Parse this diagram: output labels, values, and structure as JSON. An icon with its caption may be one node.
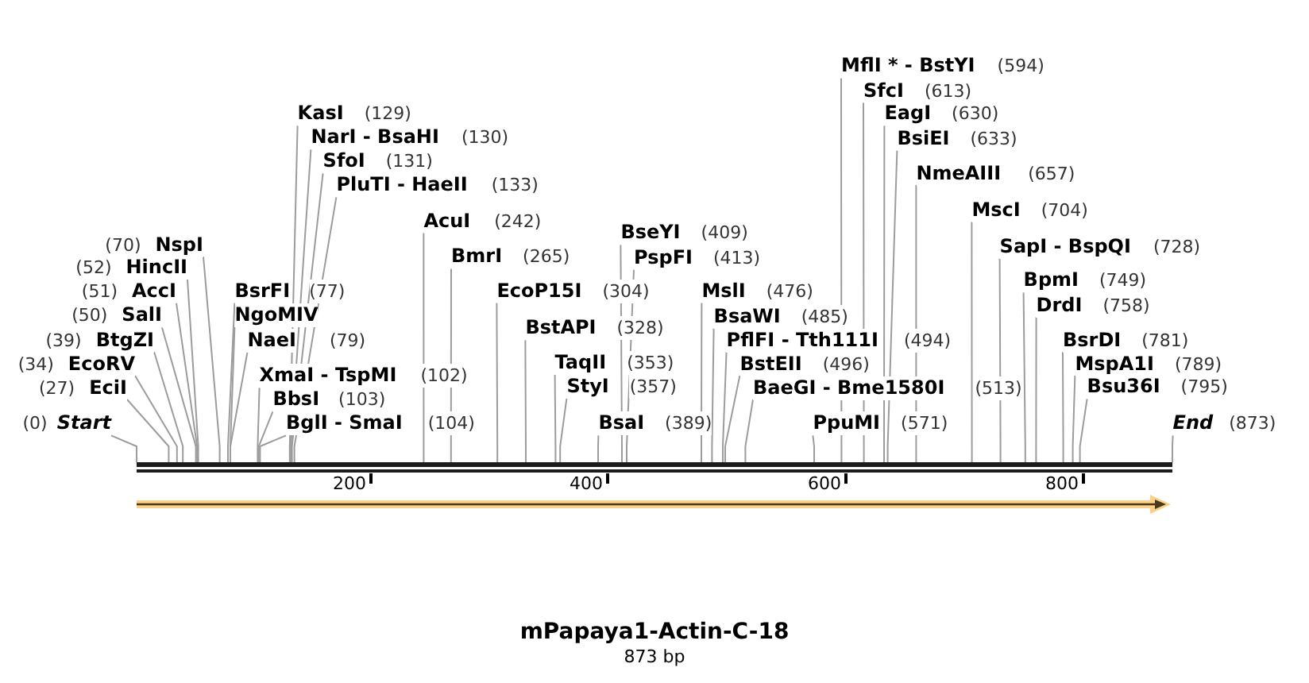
{
  "diagram": {
    "title": "mPapaya1-Actin-C-18",
    "caption": "873 bp",
    "nodes": [
      {
        "text": [
          "MflI * - BstYI",
          "(594)"
        ]
      },
      {
        "text": [
          "SfcI",
          "(613)"
        ]
      },
      {
        "text": [
          "KasI",
          "(129)"
        ]
      },
      {
        "text": [
          "EagI",
          "(630)"
        ]
      },
      {
        "text": [
          "NarI - BsaHI",
          "(130)"
        ]
      },
      {
        "text": [
          "BsiEI",
          "(633)"
        ]
      },
      {
        "text": [
          "SfoI",
          "(131)"
        ]
      },
      {
        "text": [
          "NmeAIII",
          "(657)"
        ]
      },
      {
        "text": [
          "PluTI - HaeII",
          "(133)"
        ]
      },
      {
        "text": [
          "MscI",
          "(704)"
        ]
      },
      {
        "text": [
          "AcuI",
          "(242)"
        ]
      },
      {
        "text": [
          "BseYI",
          "(409)"
        ]
      },
      {
        "text": [
          "(70)",
          "NspI"
        ]
      },
      {
        "text": [
          "SapI - BspQI",
          "(728)"
        ]
      },
      {
        "text": [
          "BmrI",
          "(265)"
        ]
      },
      {
        "text": [
          "PspFI",
          "(413)"
        ]
      },
      {
        "text": [
          "(52)",
          "HincII"
        ]
      },
      {
        "text": [
          "BpmI",
          "(749)"
        ]
      },
      {
        "text": [
          "(51)",
          "AccI"
        ]
      },
      {
        "text": [
          "BsrFI",
          "(77)"
        ]
      },
      {
        "text": [
          "EcoP15I",
          "(304)"
        ]
      },
      {
        "text": [
          "MslI",
          "(476)"
        ]
      },
      {
        "text": [
          "DrdI",
          "(758)"
        ]
      },
      {
        "text": [
          "(50)",
          "SalI"
        ]
      },
      {
        "text": [
          "NgoMIV"
        ]
      },
      {
        "text": [
          "BsaWI",
          "(485)"
        ]
      },
      {
        "text": [
          "BstAPI",
          "(328)"
        ]
      },
      {
        "text": [
          "(39)",
          "BtgZI"
        ]
      },
      {
        "text": [
          "NaeI",
          "(79)"
        ]
      },
      {
        "text": [
          "PflFI - Tth111I",
          "(494)"
        ]
      },
      {
        "text": [
          "BsrDI",
          "(781)"
        ]
      },
      {
        "text": [
          "(34)",
          "EcoRV"
        ]
      },
      {
        "text": [
          "TaqII",
          "(353)"
        ]
      },
      {
        "text": [
          "BstEII",
          "(496)"
        ]
      },
      {
        "text": [
          "MspA1I",
          "(789)"
        ]
      },
      {
        "text": [
          "XmaI - TspMI",
          "(102)"
        ]
      },
      {
        "text": [
          "(27)",
          "EciI"
        ]
      },
      {
        "text": [
          "StyI",
          "(357)"
        ]
      },
      {
        "text": [
          "BaeGI - Bme1580I",
          "(513)"
        ]
      },
      {
        "text": [
          "Bsu36I",
          "(795)"
        ]
      },
      {
        "text": [
          "BbsI",
          "(103)"
        ]
      },
      {
        "text": [
          "(0)",
          "Start"
        ]
      },
      {
        "text": [
          "BglI - SmaI",
          "(104)"
        ]
      },
      {
        "text": [
          "BsaI",
          "(389)"
        ]
      },
      {
        "text": [
          "PpuMI",
          "(571)"
        ]
      },
      {
        "text": [
          "End",
          "(873)"
        ]
      },
      {
        "text": [],
        "shape": "bar"
      }
    ],
    "edges": [
      {
        "from": 0,
        "to": 46,
        "arrow": "none"
      },
      {
        "from": 1,
        "to": 46,
        "arrow": "none"
      },
      {
        "from": 2,
        "to": 46,
        "arrow": "none"
      },
      {
        "from": 3,
        "to": 46,
        "arrow": "none"
      },
      {
        "from": 4,
        "to": 46,
        "arrow": "none"
      },
      {
        "from": 5,
        "to": 46,
        "arrow": "none"
      },
      {
        "from": 6,
        "to": 46,
        "arrow": "none"
      },
      {
        "from": 7,
        "to": 46,
        "arrow": "none"
      },
      {
        "from": 8,
        "to": 46,
        "arrow": "none"
      },
      {
        "from": 9,
        "to": 46,
        "arrow": "none"
      },
      {
        "from": 10,
        "to": 46,
        "arrow": "none"
      },
      {
        "from": 11,
        "to": 46,
        "arrow": "none"
      },
      {
        "from": 12,
        "to": 46,
        "arrow": "none"
      },
      {
        "from": 13,
        "to": 46,
        "arrow": "none"
      },
      {
        "from": 14,
        "to": 46,
        "arrow": "none"
      },
      {
        "from": 15,
        "to": 46,
        "arrow": "none"
      },
      {
        "from": 16,
        "to": 46,
        "arrow": "none"
      },
      {
        "from": 17,
        "to": 46,
        "arrow": "none"
      },
      {
        "from": 18,
        "to": 46,
        "arrow": "none"
      },
      {
        "from": 19,
        "to": 46,
        "arrow": "none"
      },
      {
        "from": 20,
        "to": 46,
        "arrow": "none"
      },
      {
        "from": 21,
        "to": 46,
        "arrow": "none"
      },
      {
        "from": 22,
        "to": 46,
        "arrow": "none"
      },
      {
        "from": 23,
        "to": 46,
        "arrow": "none"
      },
      {
        "from": 24,
        "to": 46,
        "arrow": "none"
      },
      {
        "from": 25,
        "to": 46,
        "arrow": "none"
      },
      {
        "from": 26,
        "to": 46,
        "arrow": "none"
      },
      {
        "from": 27,
        "to": 46,
        "arrow": "none"
      },
      {
        "from": 28,
        "to": 46,
        "arrow": "none"
      },
      {
        "from": 29,
        "to": 46,
        "arrow": "none"
      },
      {
        "from": 30,
        "to": 46,
        "arrow": "none"
      },
      {
        "from": 31,
        "to": 46,
        "arrow": "none"
      },
      {
        "from": 32,
        "to": 46,
        "arrow": "none"
      },
      {
        "from": 33,
        "to": 46,
        "arrow": "none"
      },
      {
        "from": 34,
        "to": 46,
        "arrow": "none"
      },
      {
        "from": 35,
        "to": 46,
        "arrow": "none"
      },
      {
        "from": 36,
        "to": 46,
        "arrow": "none"
      },
      {
        "from": 37,
        "to": 46,
        "arrow": "none"
      },
      {
        "from": 38,
        "to": 46,
        "arrow": "none"
      },
      {
        "from": 39,
        "to": 46,
        "arrow": "none"
      },
      {
        "from": 40,
        "to": 46,
        "arrow": "none"
      },
      {
        "from": 41,
        "to": 46,
        "arrow": "none"
      },
      {
        "from": 42,
        "to": 46,
        "arrow": "none"
      },
      {
        "from": 43,
        "to": 46,
        "arrow": "none"
      },
      {
        "from": 44,
        "to": 46,
        "arrow": "none"
      },
      {
        "from": 45,
        "to": 46,
        "arrow": "none"
      }
    ],
    "labels": [
      "200",
      "400",
      "600",
      "800"
    ]
  }
}
